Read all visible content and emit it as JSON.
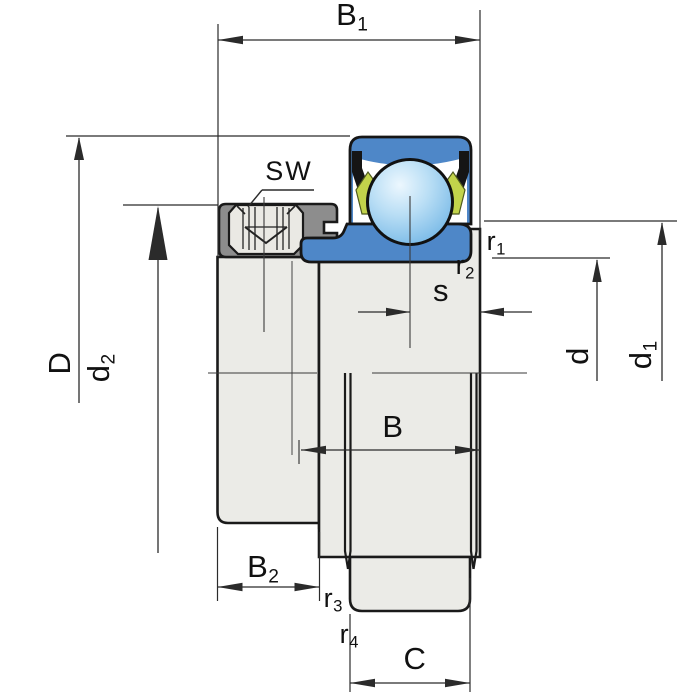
{
  "labels": {
    "b1": {
      "base": "B",
      "sub": "1"
    },
    "sw": {
      "base": "SW",
      "sub": ""
    },
    "D": {
      "base": "D",
      "sub": ""
    },
    "d2": {
      "base": "d",
      "sub": "2"
    },
    "b2": {
      "base": "B",
      "sub": "2"
    },
    "r3": {
      "base": "r",
      "sub": "3"
    },
    "r4": {
      "base": "r",
      "sub": "4"
    },
    "b": {
      "base": "B",
      "sub": ""
    },
    "c": {
      "base": "C",
      "sub": ""
    },
    "s": {
      "base": "s",
      "sub": ""
    },
    "r1": {
      "base": "r",
      "sub": "1"
    },
    "r2": {
      "base": "r",
      "sub": "2"
    },
    "d": {
      "base": "d",
      "sub": ""
    },
    "d1": {
      "base": "d",
      "sub": "1"
    }
  },
  "colors": {
    "ring_blue": "#4e87c8",
    "ball_blue": "#a8d4f0",
    "cage_yellow": "#c2d34b",
    "collar_gray": "#8d8d8d",
    "body_gray": "#ebebe7",
    "recess_gray": "#eae9e4",
    "outline": "#1a1a1a",
    "dim_line": "#2b2b2b"
  }
}
